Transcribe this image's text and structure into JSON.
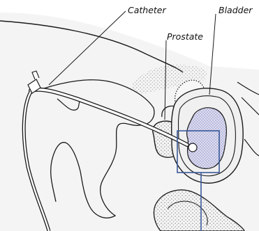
{
  "labels": {
    "catheter": "Catheter",
    "prostate": "Prostate",
    "bladder": "Bladder"
  },
  "colors": {
    "tissue": "#f3f3f3",
    "outline": "#1a1a1a",
    "stipple": "#555555",
    "bladder_fill": "#d9d9ec",
    "bladder_dots": "#6b6bb0",
    "highlight_box": "#3b5a9a"
  }
}
